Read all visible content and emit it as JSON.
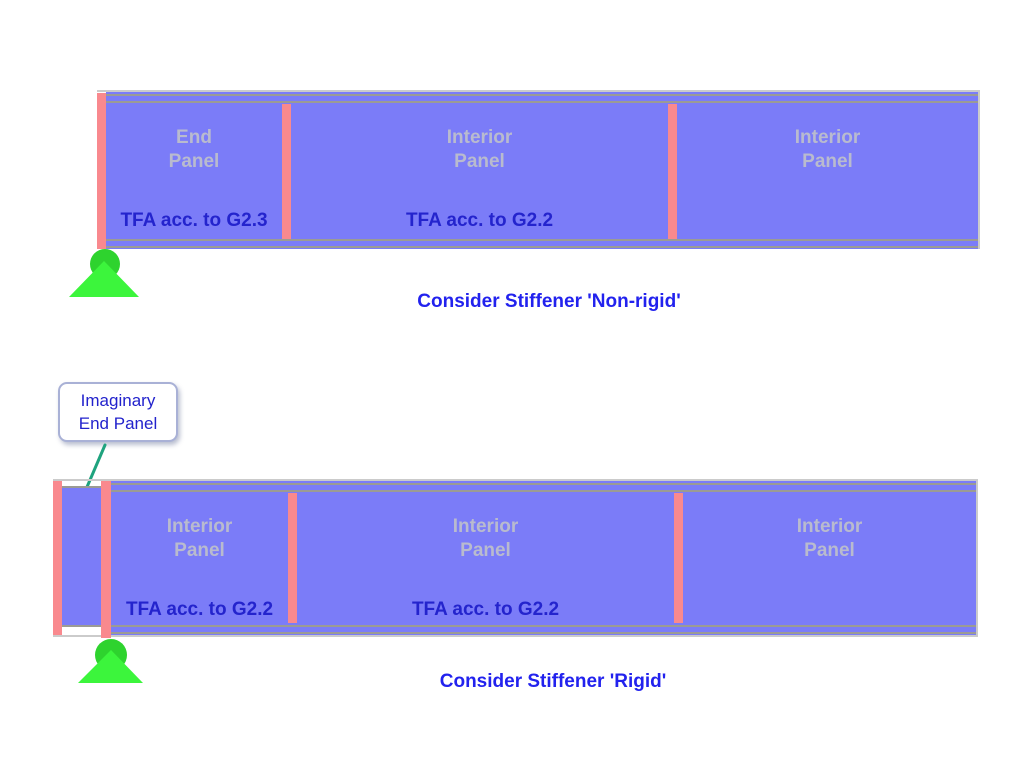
{
  "top_diagram": {
    "panels": [
      {
        "line1": "End",
        "line2": "Panel",
        "tfa": "TFA acc. to G2.3"
      },
      {
        "line1": "Interior",
        "line2": "Panel",
        "tfa": "TFA acc. to G2.2"
      },
      {
        "line1": "Interior",
        "line2": "Panel",
        "tfa": ""
      }
    ],
    "caption": "Consider Stiffener 'Non-rigid'"
  },
  "bottom_diagram": {
    "callout": {
      "line1": "Imaginary",
      "line2": "End Panel"
    },
    "panels": [
      {
        "line1": "Interior",
        "line2": "Panel",
        "tfa": "TFA acc. to G2.2"
      },
      {
        "line1": "Interior",
        "line2": "Panel",
        "tfa": "TFA acc. to G2.2"
      },
      {
        "line1": "Interior",
        "line2": "Panel",
        "tfa": ""
      }
    ],
    "caption": "Consider Stiffener 'Rigid'"
  },
  "colors": {
    "panel_fill": "#7b7cf8",
    "stiffener_pink": "#f9898e",
    "flange_line_gray": "#9b9b94",
    "outer_edge_gray": "#cbcbcb",
    "panel_label_gray": "#b9bbce",
    "tfa_blue": "#2424cd",
    "caption_blue": "#2222ee",
    "callout_text_blue": "#2222cc",
    "callout_border": "#a9b1d6",
    "leader_teal": "#1fa37e",
    "support_circle_green": "#2ed32e",
    "support_triangle_green": "#3cf53c"
  }
}
